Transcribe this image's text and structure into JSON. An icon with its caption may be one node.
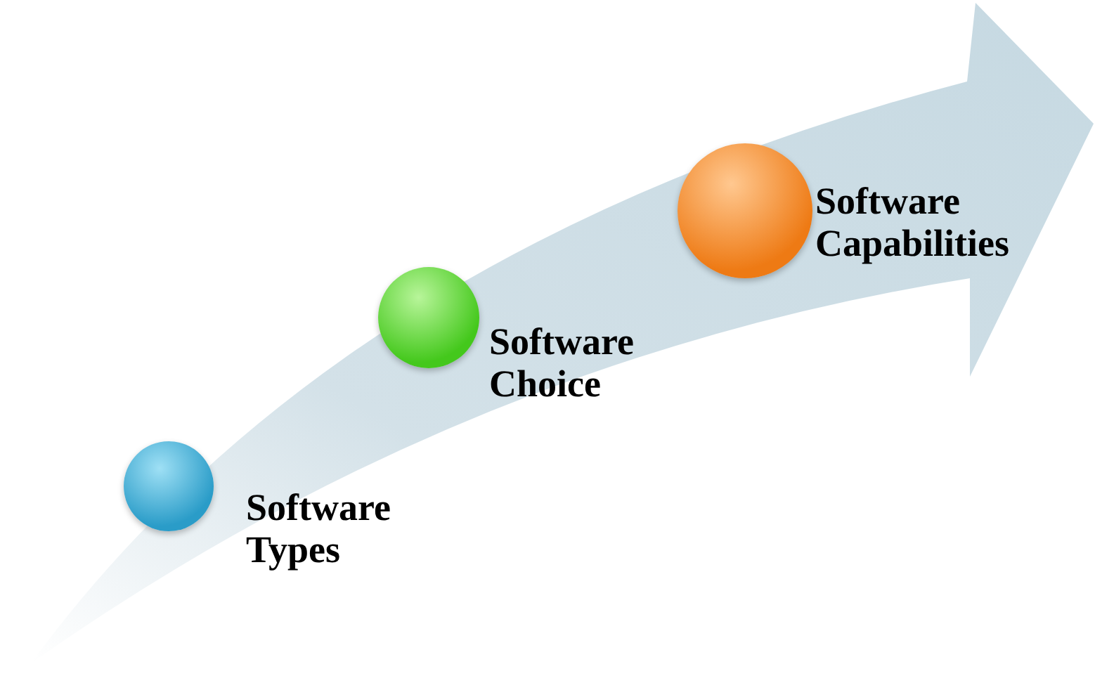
{
  "diagram": {
    "nodes": [
      {
        "text": [],
        "shape": "circle",
        "beside": [
          "Software Types"
        ]
      },
      {
        "text": [],
        "shape": "circle",
        "beside": [
          "Software Choice"
        ]
      },
      {
        "text": [],
        "shape": "circle",
        "beside": [
          "Software Capabilities"
        ]
      }
    ]
  }
}
